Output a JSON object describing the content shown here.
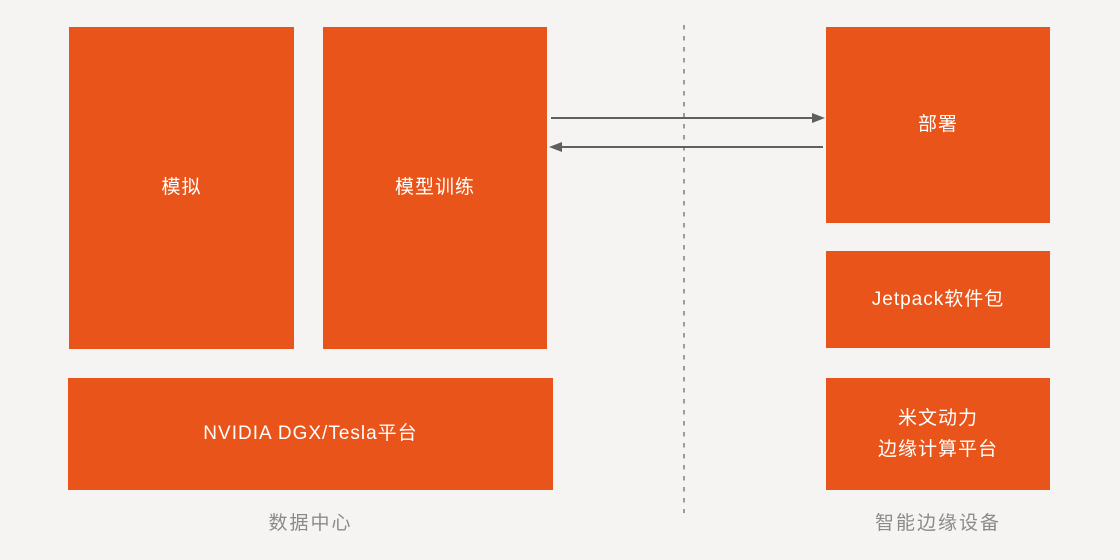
{
  "colors": {
    "background": "#F5F4F2",
    "box_fill": "#E8541A",
    "box_text": "#FFFFFF",
    "group_label_text": "#8B8B89",
    "arrow": "#5F5F5F",
    "divider": "#9B9B9B"
  },
  "diagram": {
    "data_center": {
      "group_label": "数据中心",
      "boxes": {
        "simulation": {
          "label": "模拟"
        },
        "training": {
          "label": "模型训练"
        },
        "platform": {
          "label": "NVIDIA DGX/Tesla平台"
        }
      }
    },
    "edge": {
      "group_label": "智能边缘设备",
      "boxes": {
        "deploy": {
          "label": "部署"
        },
        "jetpack": {
          "label": "Jetpack软件包"
        },
        "miivii": {
          "label_lines": [
            "米文动力",
            "边缘计算平台"
          ]
        }
      }
    }
  }
}
